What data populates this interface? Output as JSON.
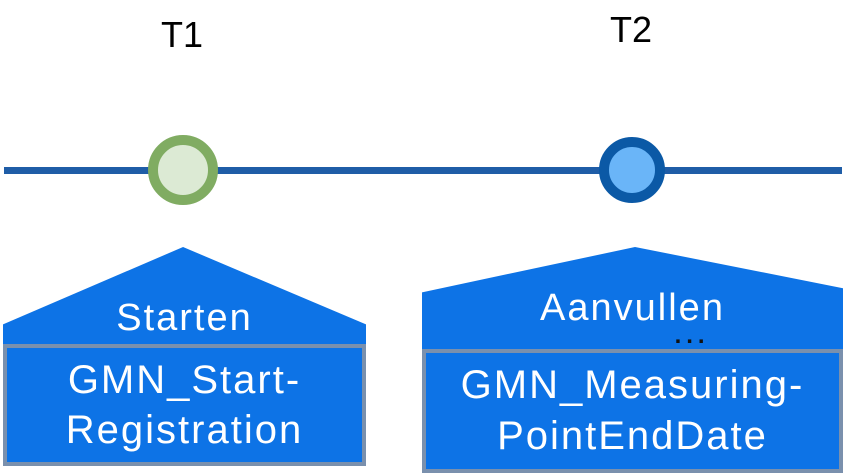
{
  "timeline": {
    "line_color": "#1f5da7",
    "points": [
      {
        "label": "T1",
        "marker_fill": "#dcead4",
        "marker_border": "#80ac62"
      },
      {
        "label": "T2",
        "marker_fill": "#6ab5f8",
        "marker_border": "#0b59a6"
      }
    ]
  },
  "callouts": [
    {
      "action": "Starten",
      "box_line1": "GMN_Start-",
      "box_line2": "Registration"
    },
    {
      "action": "Aanvullen",
      "ellipsis": "...",
      "box_line1": "GMN_Measuring-",
      "box_line2": "PointEndDate"
    }
  ],
  "colors": {
    "callout_fill": "#0d73e6",
    "box_border": "#7a90ad",
    "text_on_blue": "#ffffff",
    "label_text": "#000000"
  }
}
